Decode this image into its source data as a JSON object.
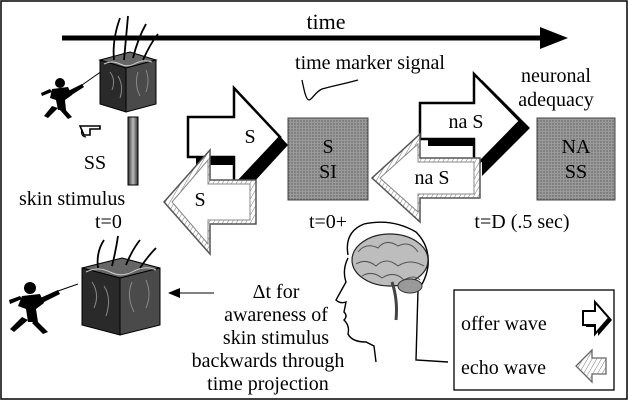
{
  "labels": {
    "time": "time",
    "time_marker_signal": "time marker signal",
    "neuronal_line1": "neuronal",
    "neuronal_line2": "adequacy",
    "ss": "SS",
    "skin_stimulus": "skin stimulus",
    "t0": "t=0",
    "t0plus": "t=0+",
    "tD": "t=D (.5 sec)",
    "box1_line1": "S",
    "box1_line2": "SI",
    "box2_line1": "NA",
    "box2_line2": "SS",
    "offer_arrow1": "S",
    "echo_arrow1": "S",
    "offer_arrow2": "na S",
    "echo_arrow2": "na S",
    "delta_line1": "Δt  for",
    "delta_line2": "awareness of",
    "delta_line3": "skin stimulus",
    "delta_line4": "backwards through",
    "delta_line5": "time projection"
  },
  "legend": {
    "offer_wave": "offer wave",
    "echo_wave": "echo wave"
  }
}
